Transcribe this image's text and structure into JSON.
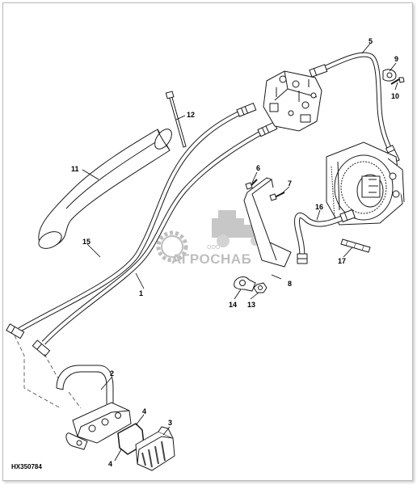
{
  "diagram": {
    "reference_code": "HX350784",
    "callouts": [
      "1",
      "2",
      "3",
      "4",
      "4",
      "5",
      "6",
      "7",
      "8",
      "9",
      "10",
      "11",
      "12",
      "13",
      "14",
      "15",
      "16",
      "17"
    ]
  },
  "watermark": {
    "small_text": "ООО",
    "brand_text": "АГРОСНАБ",
    "color": "#8a8a8a"
  },
  "colors": {
    "line": "#1a1a1a",
    "hatch": "#444444",
    "callout_line": "#000000"
  }
}
